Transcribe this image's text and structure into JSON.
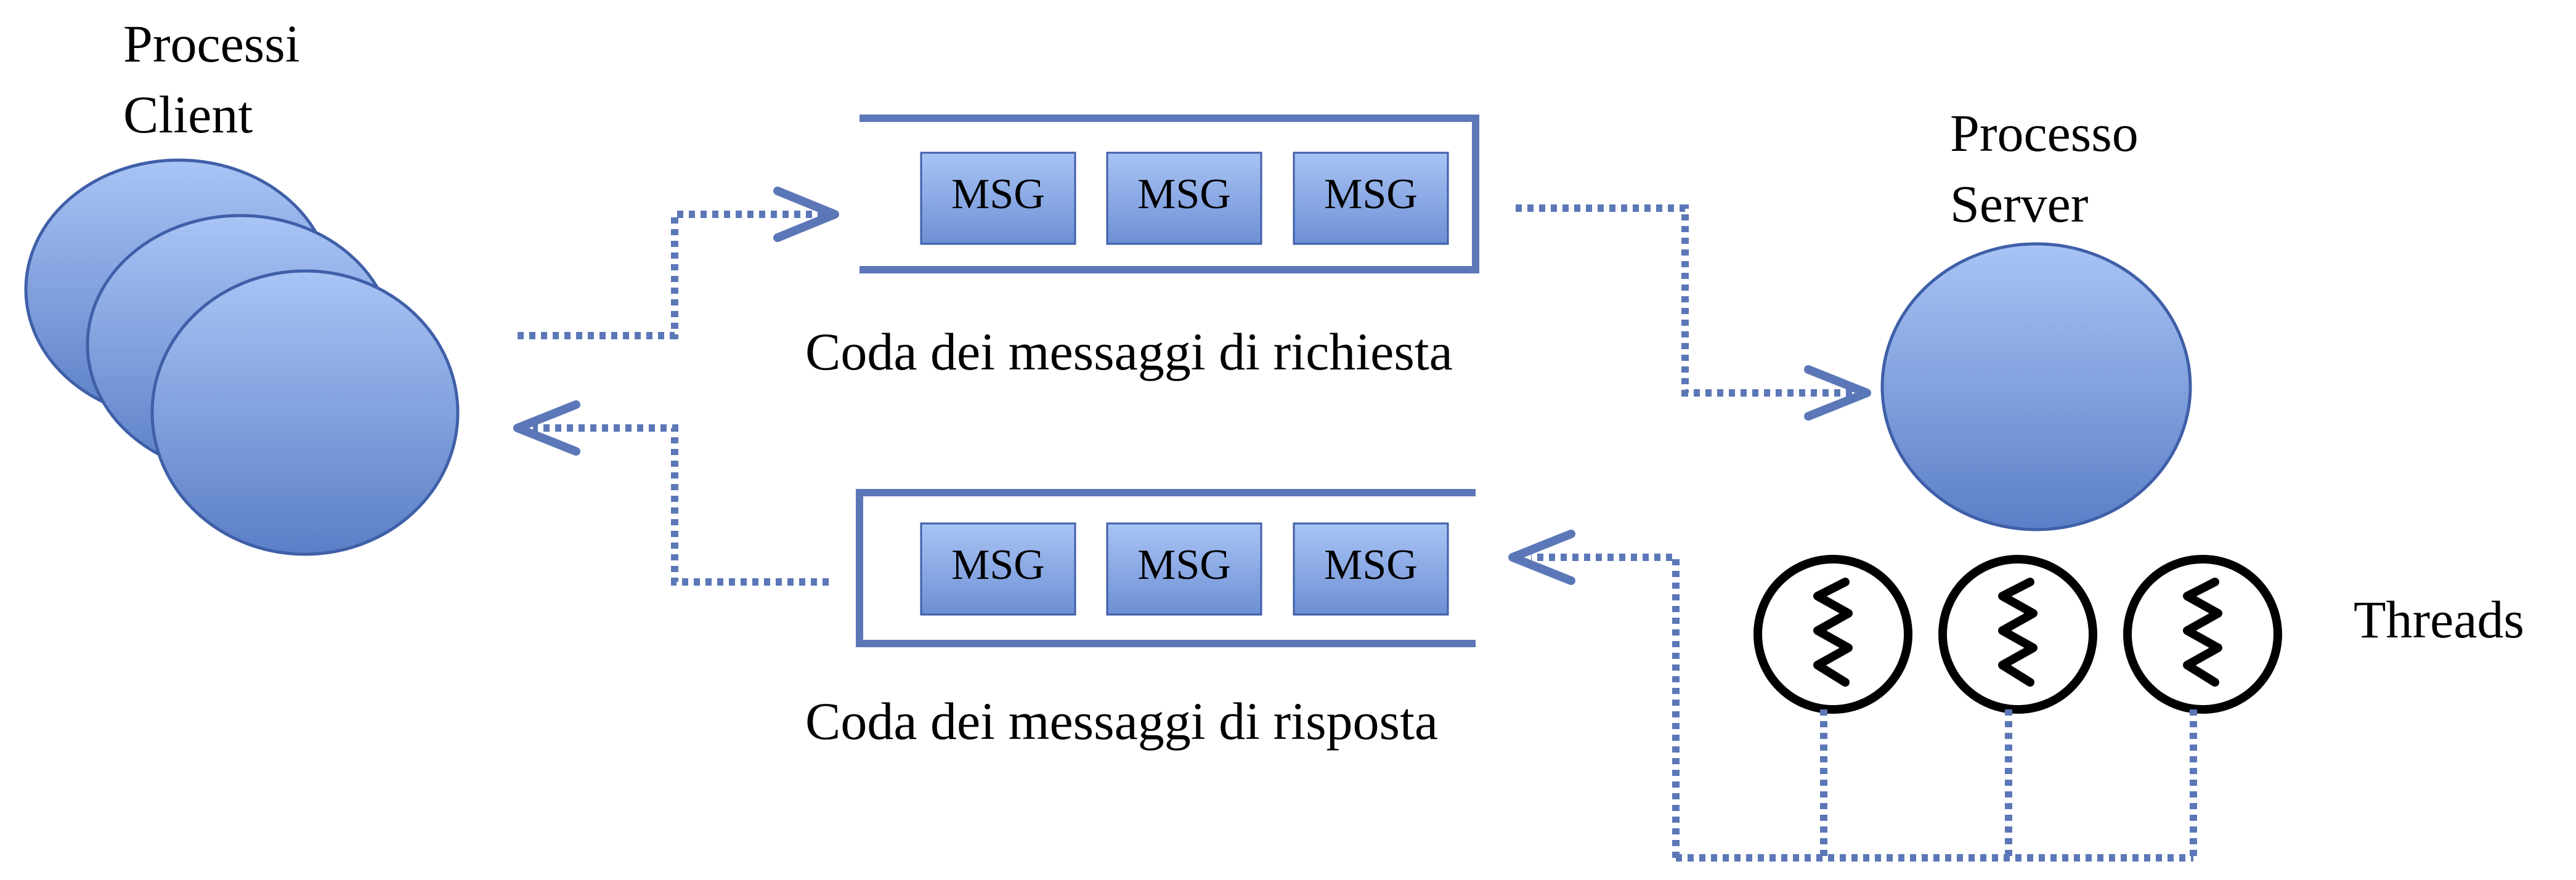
{
  "labels": {
    "clients": [
      "Processi",
      "Client"
    ],
    "server": [
      "Processo",
      "Server"
    ],
    "request_queue": "Coda dei messaggi di richiesta",
    "response_queue": "Coda dei messaggi di risposta",
    "threads": "Threads"
  },
  "request_queue": {
    "messages": [
      "MSG",
      "MSG",
      "MSG"
    ]
  },
  "response_queue": {
    "messages": [
      "MSG",
      "MSG",
      "MSG"
    ]
  },
  "icons": {
    "client": "client-process-icon",
    "server": "server-process-icon",
    "thread": "thread-spring-icon"
  },
  "colors": {
    "circle_light": "#a9c4f5",
    "circle_dark": "#5b7fc7",
    "circle_stroke": "#3f5fa8",
    "queue_line": "#5b77b7",
    "arrow": "#5b77b7",
    "msg_light": "#a9c4f5",
    "msg_dark": "#5b7fc7"
  }
}
